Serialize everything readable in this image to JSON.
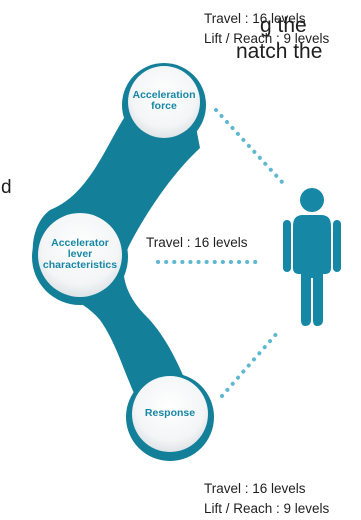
{
  "text_fragments": {
    "line1": "g the",
    "line2": "natch the",
    "side_char": "d"
  },
  "nodes": {
    "acceleration": "Acceleration force",
    "accelerator": "Accelerator lever characteristics",
    "response": "Response"
  },
  "annotations": {
    "acceleration": {
      "travel": "Travel : 16 levels",
      "lift": "Lift / Reach : 9 levels"
    },
    "accelerator": {
      "travel": "Travel : 16 levels"
    },
    "response": {
      "travel": "Travel : 16 levels",
      "lift": "Lift / Reach : 9 levels"
    }
  },
  "colors": {
    "teal": "#137f98",
    "dots": "#5fb8d0",
    "person": "#1787a6",
    "node_text": "#1787a6"
  },
  "icons": {
    "person": "person-icon"
  }
}
